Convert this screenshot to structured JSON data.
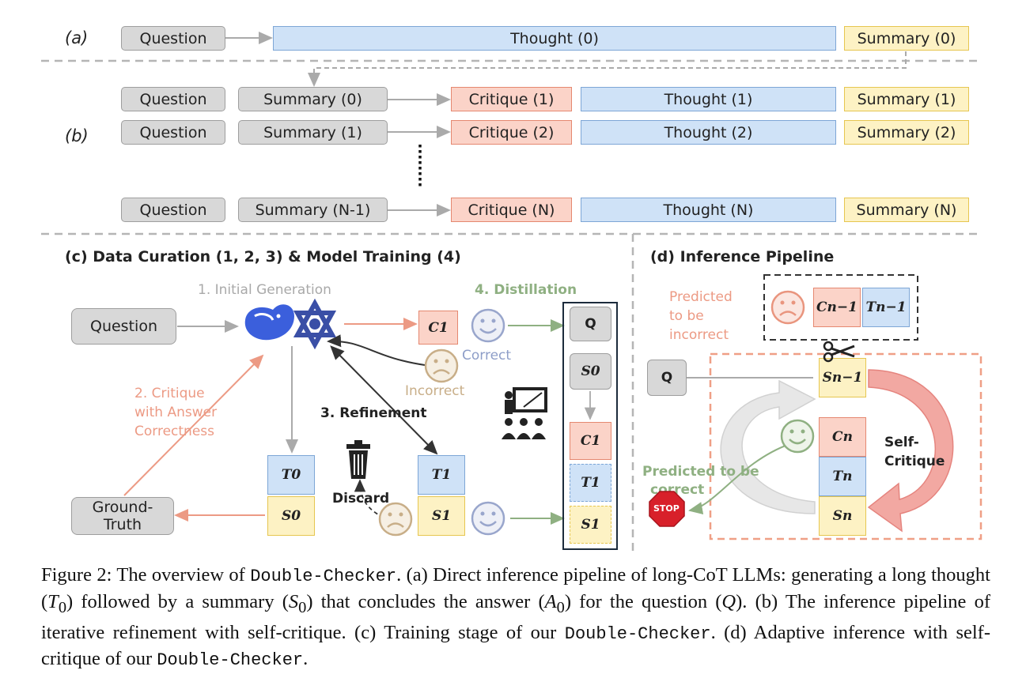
{
  "panel_a": {
    "label": "(a)",
    "question": "Question",
    "thought": "Thought (0)",
    "summary": "Summary (0)"
  },
  "panel_b": {
    "label": "(b)",
    "rows": [
      {
        "question": "Question",
        "summary_in": "Summary (0)",
        "critique": "Critique (1)",
        "thought": "Thought (1)",
        "summary_out": "Summary (1)"
      },
      {
        "question": "Question",
        "summary_in": "Summary (1)",
        "critique": "Critique (2)",
        "thought": "Thought (2)",
        "summary_out": "Summary (2)"
      },
      {
        "question": "Question",
        "summary_in": "Summary (N-1)",
        "critique": "Critique (N)",
        "thought": "Thought (N)",
        "summary_out": "Summary (N)"
      }
    ]
  },
  "panel_c": {
    "title": "(c) Data Curation (1, 2, 3) & Model Training (4)",
    "initial_generation": "1. Initial Generation",
    "distillation": "4. Distillation",
    "critique_label_line1": "2. Critique",
    "critique_label_line2": "with Answer",
    "critique_label_line3": "Correctness",
    "refinement": "3. Refinement",
    "question": "Question",
    "ground_truth_line1": "Ground-",
    "ground_truth_line2": "Truth",
    "correct": "Correct",
    "incorrect": "Incorrect",
    "discard": "Discard",
    "c1": "C1",
    "t0": "T0",
    "s0": "S0",
    "t1": "T1",
    "s1": "S1",
    "stack": {
      "q": "Q",
      "s0": "S0",
      "c1": "C1",
      "t1": "T1",
      "s1": "S1"
    }
  },
  "panel_d": {
    "title": "(d) Inference Pipeline",
    "predicted_incorrect_line1": "Predicted",
    "predicted_incorrect_line2": "to be",
    "predicted_incorrect_line3": "incorrect",
    "predicted_correct_line1": "Predicted to be",
    "predicted_correct_line2": "correct",
    "self_critique_line1": "Self-",
    "self_critique_line2": "Critique",
    "q": "Q",
    "stop": "STOP",
    "cn1": "Cn−1",
    "tn1": "Tn−1",
    "sn1": "Sn−1",
    "cn": "Cn",
    "tn": "Tn",
    "sn": "Sn"
  },
  "caption": {
    "p1": "Figure 2:  The overview of ",
    "name1": "Double-Checker",
    "p2": ".  (a) Direct inference pipeline of long-CoT LLMs: generating a long thought (",
    "t0": "T",
    "t0_sub": "0",
    "p3": ") followed by a summary (",
    "s0": "S",
    "s0_sub": "0",
    "p4": ") that concludes the answer (",
    "a0": "A",
    "a0_sub": "0",
    "p5": ") for the question (",
    "q": "Q",
    "p6": ").  (b) The inference pipeline of iterative refinement with self-critique.  (c) Training stage of our ",
    "name2": "Double-Checker",
    "p7": ".  (d) Adaptive inference with self-critique of our ",
    "name3": "Double-Checker",
    "p8": "."
  },
  "colors": {
    "gray": "#d8d8d8",
    "blue": "#cfe2f7",
    "yellow": "#fdf2c4",
    "red": "#fbd3c8",
    "salmon": "#e9957e",
    "green": "#8fb082",
    "smiley": "#99a6cc",
    "tan": "#c8ae88"
  }
}
